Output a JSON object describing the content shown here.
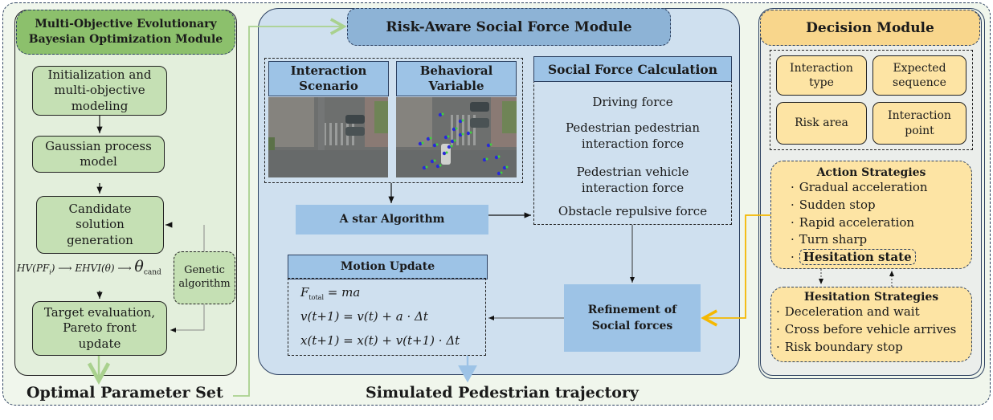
{
  "left_module": {
    "title": "Multi-Objective Evolutionary Bayesian Optimization Module",
    "title_line1": "Multi-Objective Evolutionary",
    "title_line2": "Bayesian Optimization Module",
    "steps": [
      {
        "lines": [
          "Initialization and",
          "multi-objective",
          "modeling"
        ]
      },
      {
        "lines": [
          "Gaussian process",
          "model"
        ]
      },
      {
        "lines": [
          "Candidate",
          "solution",
          "generation"
        ]
      },
      {
        "lines": [
          "Target evaluation,",
          "Pareto front",
          "update"
        ]
      }
    ],
    "formula": {
      "hv": "HV(PF",
      "hv_sub": "i",
      "hv_close": ")",
      "ehvi": "EHVI(θ)",
      "theta": "θ",
      "theta_sub": "cand"
    },
    "genetic_algorithm": [
      "Genetic",
      "algorithm"
    ],
    "output_label": "Optimal Parameter Set"
  },
  "center_module": {
    "title": "Risk-Aware Social Force Module",
    "interaction_scenario": [
      "Interaction",
      "Scenario"
    ],
    "behavioral_variable": [
      "Behavioral",
      "Variable"
    ],
    "social_force": {
      "title": "Social Force Calculation",
      "items": [
        {
          "lines": [
            "Driving force"
          ]
        },
        {
          "lines": [
            "Pedestrian pedestrian",
            "interaction force"
          ]
        },
        {
          "lines": [
            "Pedestrian vehicle",
            "interaction force"
          ]
        },
        {
          "lines": [
            "Obstacle repulsive force"
          ]
        }
      ]
    },
    "a_star": "A star Algorithm",
    "motion_update": {
      "title": "Motion Update",
      "equations": [
        {
          "lhs": "F",
          "sub": "total",
          "rhs": " = ma"
        },
        {
          "lhs": "v(t+1) = v(t) + a · Δt",
          "sub": "",
          "rhs": ""
        },
        {
          "lhs": "x(t+1) = x(t) + v(t+1) · Δt",
          "sub": "",
          "rhs": ""
        }
      ]
    },
    "refinement": [
      "Refinement of",
      "Social forces"
    ],
    "output_label": "Simulated Pedestrian trajectory"
  },
  "right_module": {
    "title": "Decision Module",
    "grid": [
      {
        "lines": [
          "Interaction",
          "type"
        ]
      },
      {
        "lines": [
          "Expected",
          "sequence"
        ]
      },
      {
        "lines": [
          "Risk area"
        ]
      },
      {
        "lines": [
          "Interaction",
          "point"
        ]
      }
    ],
    "action_strategies": {
      "title": "Action Strategies",
      "items": [
        "Gradual acceleration",
        "Sudden stop",
        "Rapid acceleration",
        "Turn sharp"
      ],
      "highlight": "Hesitation state"
    },
    "hesitation_strategies": {
      "title": "Hesitation Strategies",
      "items": [
        "Deceleration and wait",
        "Cross before vehicle arrives",
        "Risk boundary stop"
      ]
    }
  },
  "colors": {
    "green_title": "#8cc06c",
    "green_box": "#c5e0b4",
    "blue_title": "#8db3d6",
    "blue_box": "#9dc3e6",
    "yellow_title": "#f8d68c",
    "yellow_box": "#fde4a4",
    "arrow_green": "#a9d18e",
    "arrow_orange": "#f5b800",
    "arrow_blue": "#9dc3e6"
  }
}
